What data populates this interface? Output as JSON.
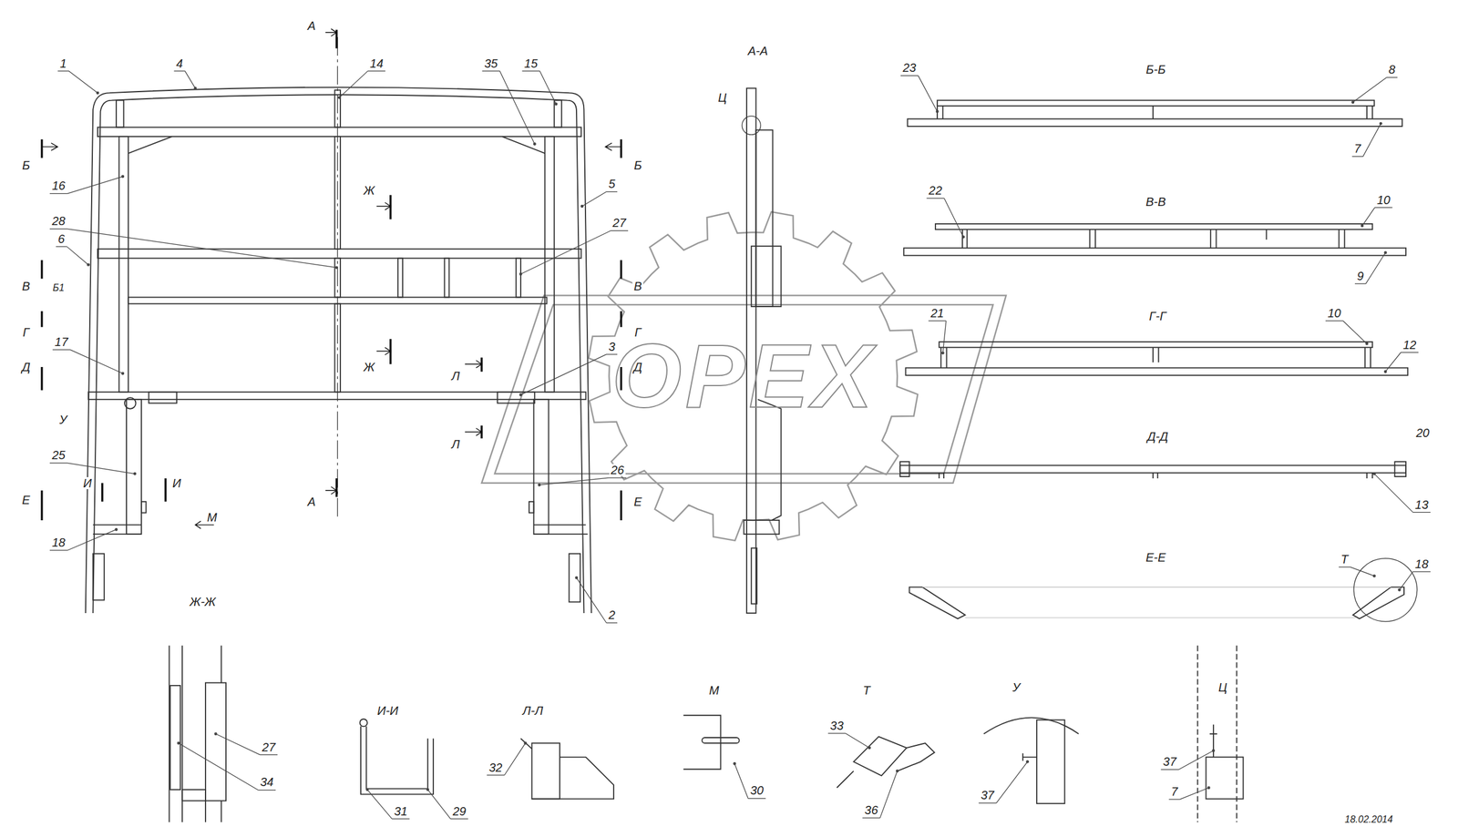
{
  "diagram": {
    "labels": [
      "А",
      "1",
      "4",
      "14",
      "35",
      "15",
      "Б",
      "Б",
      "16",
      "Ж",
      "5",
      "28",
      "27",
      "6",
      "В",
      "Б1",
      "В",
      "Г",
      "Г",
      "17",
      "3",
      "Д",
      "Ж",
      "Д",
      "Л",
      "У",
      "Л",
      "25",
      "26",
      "И",
      "И",
      "Е",
      "А",
      "Е",
      "М",
      "18",
      "2",
      "Ж-Ж",
      "А-А",
      "Ц",
      "23",
      "Б-Б",
      "8",
      "7",
      "22",
      "В-В",
      "10",
      "9",
      "21",
      "Г-Г",
      "10",
      "12",
      "Д-Д",
      "20",
      "13",
      "Е-Е",
      "Т",
      "18",
      "27",
      "34",
      "И-И",
      "31",
      "29",
      "Л-Л",
      "32",
      "М",
      "30",
      "Т",
      "33",
      "36",
      "У",
      "37",
      "Ц",
      "37",
      "7",
      "18.02.2014",
      "ОРЕХ"
    ]
  }
}
